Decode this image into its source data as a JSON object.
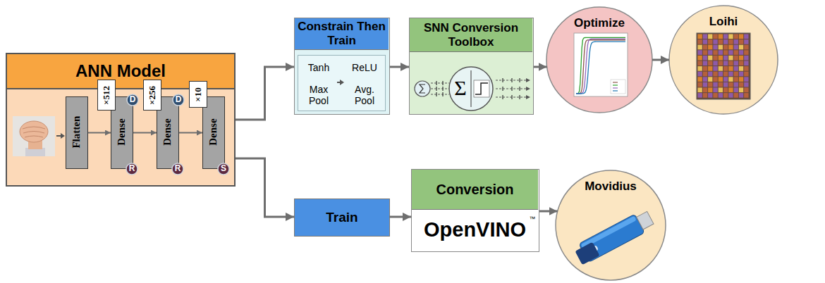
{
  "diagram": {
    "nodes": [
      {
        "text": [
          "ANN Model"
        ]
      },
      {
        "text": [
          "Flatten"
        ],
        "in": 0
      },
      {
        "text": [
          "Dense"
        ],
        "in": 0
      },
      {
        "text": [
          "×512"
        ],
        "in": 0
      },
      {
        "text": [
          "D"
        ],
        "in": 0
      },
      {
        "text": [
          "R"
        ],
        "in": 0
      },
      {
        "text": [
          "Dense"
        ],
        "in": 0
      },
      {
        "text": [
          "×256"
        ],
        "in": 0
      },
      {
        "text": [
          "D"
        ],
        "in": 0
      },
      {
        "text": [
          "R"
        ],
        "in": 0
      },
      {
        "text": [
          "Dense"
        ],
        "in": 0
      },
      {
        "text": [
          "×10"
        ],
        "in": 0
      },
      {
        "text": [
          "S"
        ],
        "in": 0
      },
      {
        "text": [
          "Constrain Then Train"
        ]
      },
      {
        "text": [
          "Tanh",
          "Max Pool",
          "ReLU",
          "Avg. Pool"
        ],
        "in": 13
      },
      {
        "text": [
          "SNN Conversion Toolbox"
        ]
      },
      {
        "text": [
          "Σ"
        ],
        "in": 15
      },
      {
        "text": [
          "Optimize"
        ]
      },
      {
        "text": [
          "Loihi"
        ]
      },
      {
        "text": [
          "Train"
        ]
      },
      {
        "text": [
          "Conversion",
          "OpenVINO",
          "™"
        ]
      },
      {
        "text": [
          "Movidius"
        ]
      }
    ],
    "edges": [
      {
        "from": 0,
        "to": 13,
        "arrow": "to"
      },
      {
        "from": 0,
        "to": 19,
        "arrow": "to"
      },
      {
        "from": 1,
        "to": 2,
        "arrow": "to"
      },
      {
        "from": 2,
        "to": 6,
        "arrow": "to"
      },
      {
        "from": 6,
        "to": 10,
        "arrow": "to"
      },
      {
        "from": 13,
        "to": 15,
        "arrow": "to"
      },
      {
        "from": 15,
        "to": 17,
        "arrow": "to"
      },
      {
        "from": 17,
        "to": 18,
        "arrow": "to"
      },
      {
        "from": 19,
        "to": 20,
        "arrow": "to"
      },
      {
        "from": 20,
        "to": 21,
        "arrow": "to"
      }
    ]
  }
}
